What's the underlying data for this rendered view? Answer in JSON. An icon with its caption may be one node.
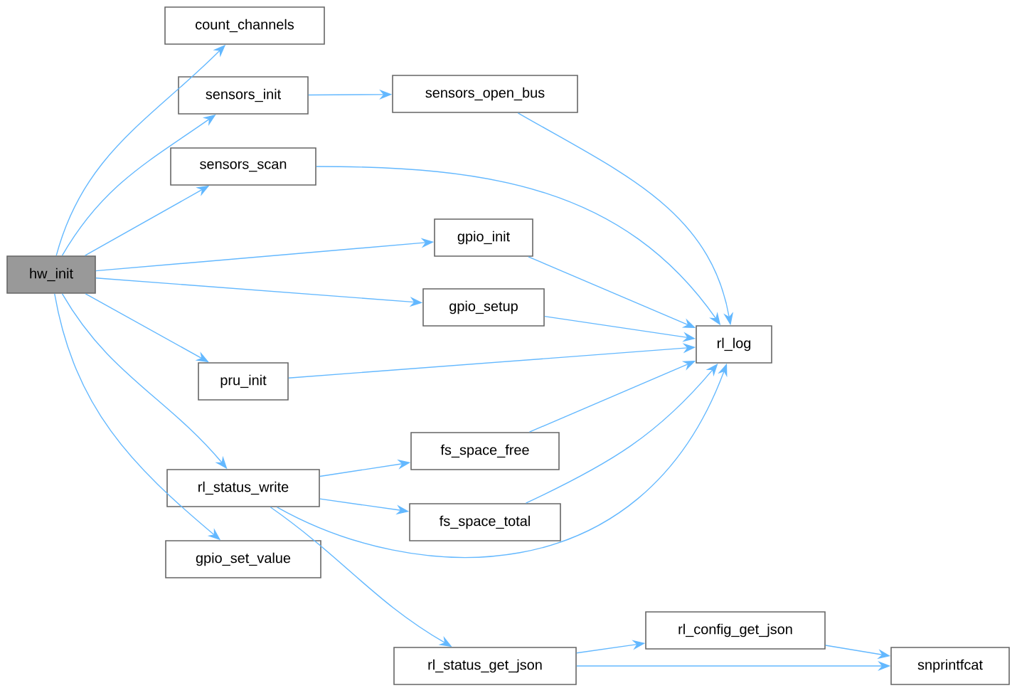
{
  "diagram": {
    "nodes": [
      {
        "text": [
          "hw_init"
        ]
      },
      {
        "text": [
          "count_channels"
        ]
      },
      {
        "text": [
          "sensors_init"
        ]
      },
      {
        "text": [
          "sensors_open_bus"
        ]
      },
      {
        "text": [
          "sensors_scan"
        ]
      },
      {
        "text": [
          "gpio_init"
        ]
      },
      {
        "text": [
          "gpio_setup"
        ]
      },
      {
        "text": [
          "rl_log"
        ]
      },
      {
        "text": [
          "pru_init"
        ]
      },
      {
        "text": [
          "fs_space_free"
        ]
      },
      {
        "text": [
          "rl_status_write"
        ]
      },
      {
        "text": [
          "fs_space_total"
        ]
      },
      {
        "text": [
          "gpio_set_value"
        ]
      },
      {
        "text": [
          "rl_status_get_json"
        ]
      },
      {
        "text": [
          "rl_config_get_json"
        ]
      },
      {
        "text": [
          "snprintfcat"
        ]
      }
    ],
    "edges": [
      {
        "from": 0,
        "to": 1,
        "arrow": "to"
      },
      {
        "from": 0,
        "to": 2,
        "arrow": "to"
      },
      {
        "from": 0,
        "to": 4,
        "arrow": "to"
      },
      {
        "from": 0,
        "to": 5,
        "arrow": "to"
      },
      {
        "from": 0,
        "to": 6,
        "arrow": "to"
      },
      {
        "from": 0,
        "to": 8,
        "arrow": "to"
      },
      {
        "from": 0,
        "to": 10,
        "arrow": "to"
      },
      {
        "from": 0,
        "to": 12,
        "arrow": "to"
      },
      {
        "from": 2,
        "to": 3,
        "arrow": "to"
      },
      {
        "from": 3,
        "to": 7,
        "arrow": "to"
      },
      {
        "from": 4,
        "to": 7,
        "arrow": "to"
      },
      {
        "from": 5,
        "to": 7,
        "arrow": "to"
      },
      {
        "from": 6,
        "to": 7,
        "arrow": "to"
      },
      {
        "from": 8,
        "to": 7,
        "arrow": "to"
      },
      {
        "from": 10,
        "to": 9,
        "arrow": "to"
      },
      {
        "from": 10,
        "to": 11,
        "arrow": "to"
      },
      {
        "from": 10,
        "to": 7,
        "arrow": "to"
      },
      {
        "from": 10,
        "to": 13,
        "arrow": "to"
      },
      {
        "from": 9,
        "to": 7,
        "arrow": "to"
      },
      {
        "from": 11,
        "to": 7,
        "arrow": "to"
      },
      {
        "from": 13,
        "to": 14,
        "arrow": "to"
      },
      {
        "from": 13,
        "to": 15,
        "arrow": "to"
      },
      {
        "from": 14,
        "to": 15,
        "arrow": "to"
      }
    ]
  }
}
